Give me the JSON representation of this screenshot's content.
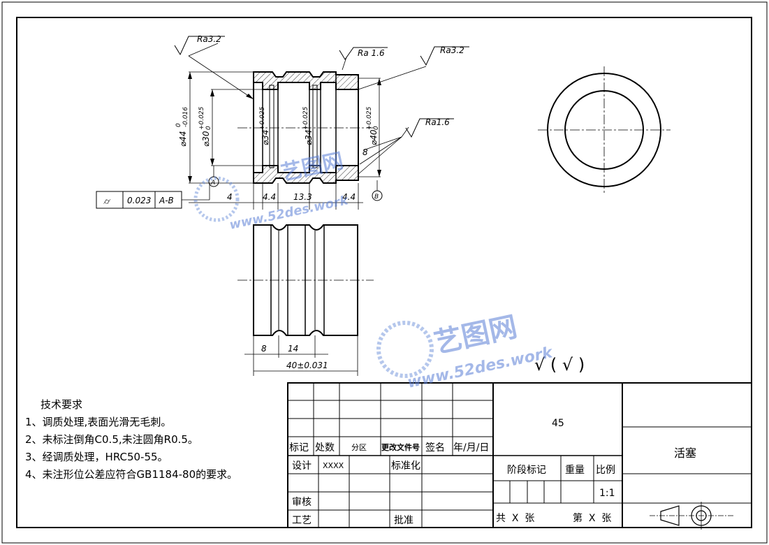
{
  "roughness": {
    "r1": "Ra3.2",
    "r2": "Ra 1.6",
    "r3": "Ra3.2",
    "r4": "Ra1.6"
  },
  "dims": {
    "d44": "⌀44",
    "d44_tol_up": "0",
    "d44_tol_low": "-0.016",
    "d30": "⌀30",
    "d30_tol_up": "+0.025",
    "d30_tol_low": "0",
    "d34a": "⌀34",
    "d34a_tol": "+0.025",
    "d34b": "⌀34",
    "d34b_tol": "+0.025",
    "d40": "⌀40",
    "d40_tol_up": "+0.025",
    "d40_tol_low": "0",
    "len_4": "4",
    "len_4_4a": "4.4",
    "len_13_3": "13.3",
    "len_4_4b": "4.4",
    "len_8_small": "8",
    "bottom_8": "8",
    "bottom_14": "14",
    "bottom_total": "40±0.031"
  },
  "datums": {
    "a": "A",
    "b": "B"
  },
  "tolerance_frame": {
    "symbol": "⌭",
    "value": "0.023",
    "datum": "A-B"
  },
  "surface_note": "√ ( √ )",
  "requirements": {
    "title": "技术要求",
    "items": [
      "1、调质处理,表面光滑无毛刺。",
      "2、未标注倒角C0.5,未注圆角R0.5。",
      "3、经调质处理，HRC50-55。",
      "4、未注形位公差应符合GB1184-80的要求。"
    ]
  },
  "title_block": {
    "material": "45",
    "part_name": "活塞",
    "col_mark": "标记",
    "col_count": "处数",
    "col_zone": "分区",
    "col_docno": "更改文件号",
    "col_sign": "签名",
    "col_date": "年/月/日",
    "design": "设计",
    "designer": "XXXX",
    "standard": "标准化",
    "review": "审核",
    "process": "工艺",
    "approve": "批准",
    "stage": "阶段标记",
    "weight": "重量",
    "scale_label": "比例",
    "scale": "1:1",
    "total_sheets": "共  X  张",
    "sheet_no": "第  X  张"
  },
  "watermark": {
    "brand": "艺图网",
    "url": "www.52des.work"
  }
}
